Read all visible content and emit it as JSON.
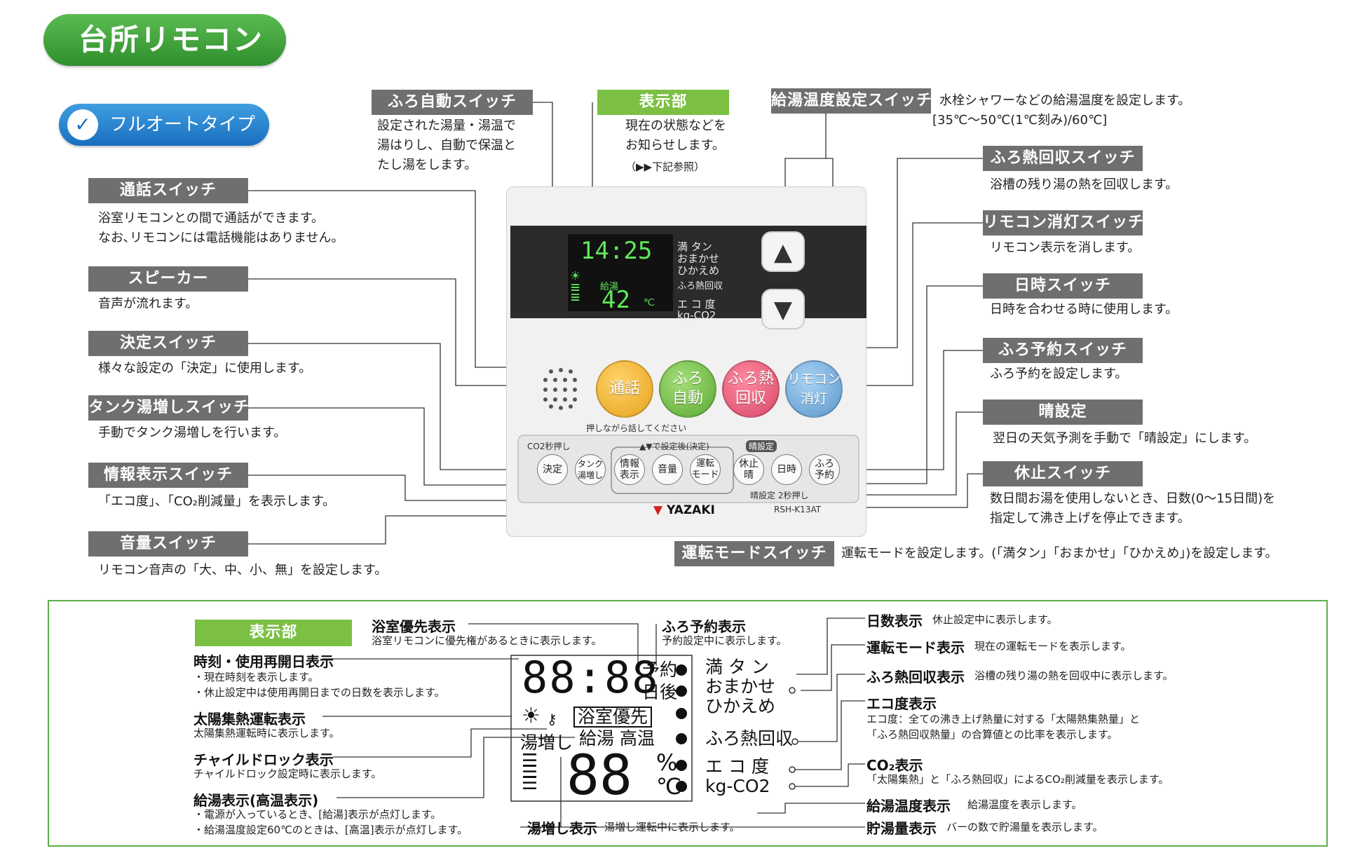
{
  "title": "台所リモコン",
  "type_label": "フルオートタイプ",
  "callouts": {
    "furo_auto": {
      "header": "ふろ自動スイッチ",
      "desc": [
        "設定された湯量・湯温で",
        "湯はりし、自動で保温と",
        "たし湯をします。"
      ]
    },
    "display": {
      "header": "表示部",
      "desc": [
        "現在の状態などを",
        "お知らせします。"
      ],
      "note": "（▶▶下記参照）"
    },
    "temp_switch": {
      "header": "給湯温度設定スイッチ",
      "desc": "水栓シャワーなどの給湯温度を設定します。",
      "range": "[35℃〜50℃(1℃刻み)/60℃]"
    },
    "tsuwa": {
      "header": "通話スイッチ",
      "desc": [
        "浴室リモコンとの間で通話ができます。",
        "なお､リモコンには電話機能はありません。"
      ]
    },
    "speaker": {
      "header": "スピーカー",
      "desc": "音声が流れます。"
    },
    "kettei": {
      "header": "決定スイッチ",
      "desc": "様々な設定の「決定」に使用します。"
    },
    "tank": {
      "header": "タンク湯増しスイッチ",
      "desc": "手動でタンク湯増しを行います。"
    },
    "info": {
      "header": "情報表示スイッチ",
      "desc": "「エコ度」、「CO₂削減量」を表示します。"
    },
    "volume": {
      "header": "音量スイッチ",
      "desc": "リモコン音声の「大、中、小、無」を設定します。"
    },
    "heat_recovery": {
      "header": "ふろ熱回収スイッチ",
      "desc": "浴槽の残り湯の熱を回収します。"
    },
    "remocon_off": {
      "header": "リモコン消灯スイッチ",
      "desc": "リモコン表示を消します。"
    },
    "datetime": {
      "header": "日時スイッチ",
      "desc": "日時を合わせる時に使用します。"
    },
    "furo_yoyaku": {
      "header": "ふろ予約スイッチ",
      "desc": "ふろ予約を設定します。"
    },
    "hare": {
      "header": "晴設定",
      "desc": "翌日の天気予測を手動で「晴設定」にします。"
    },
    "kyushi": {
      "header": "休止スイッチ",
      "desc": [
        "数日間お湯を使用しないとき、日数(0〜15日間)を",
        "指定して沸き上げを停止できます。"
      ]
    },
    "mode": {
      "header": "運転モードスイッチ",
      "desc": "運転モードを設定します。(「満タン」「おまかせ」「ひかえめ」)を設定します。"
    }
  },
  "remote": {
    "lcd_time": "14:25",
    "lcd_kyuto": "給湯",
    "lcd_temp": "42",
    "lcd_unit": "℃",
    "modes": [
      "満 タン",
      "おまかせ",
      "ひかえめ",
      "ふろ熱回収"
    ],
    "eco": [
      "エ コ 度",
      "kg-CO2"
    ],
    "buttons": {
      "tsuwa": "通話",
      "furo_auto": "ふろ\n自動",
      "heat": "ふろ熱\n回収",
      "remocon": "リモコン\n消灯"
    },
    "press_note": "押しながら話してください",
    "co2_note": "CO2秒押し",
    "set_note": "▲▼で設定後(決定)",
    "hare_tag": "晴設定",
    "small_buttons": {
      "kettei": "決定",
      "tank": "タンク\n湯増し",
      "info": "情報\n表示",
      "volume": "音量",
      "mode": "運転\nモード",
      "kyushi": "休止\n晴",
      "nichiji": "日時",
      "furo_yoyaku": "ふろ\n予約"
    },
    "hare_note": "晴設定 2秒押し",
    "brand": "YAZAKI",
    "model": "RSH-K13AT"
  },
  "panel": {
    "header": "表示部",
    "left": [
      {
        "title": "時刻・使用再開日表示",
        "lines": [
          "・現在時刻を表示します。",
          "・休止設定中は使用再開日までの日数を表示します。"
        ]
      },
      {
        "title": "太陽集熱運転表示",
        "lines": [
          "太陽集熱運転時に表示します。"
        ]
      },
      {
        "title": "チャイルドロック表示",
        "lines": [
          "チャイルドロック設定時に表示します。"
        ]
      },
      {
        "title": "給湯表示(高温表示)",
        "lines": [
          "・電源が入っているとき、[給湯]表示が点灯します。",
          "・給湯温度設定60℃のときは、[高温]表示が点灯します。"
        ]
      }
    ],
    "yokushitsu": {
      "title": "浴室優先表示",
      "desc": "浴室リモコンに優先権があるときに表示します。"
    },
    "furo_yoyaku": {
      "title": "ふろ予約表示",
      "desc": "予約設定中に表示します。"
    },
    "yumashi": {
      "title": "湯増し表示",
      "desc": "湯増し運転中に表示します。"
    },
    "right": [
      {
        "title": "日数表示",
        "desc": "休止設定中に表示します。"
      },
      {
        "title": "運転モード表示",
        "desc": "現在の運転モードを表示します。"
      },
      {
        "title": "ふろ熱回収表示",
        "desc": "浴槽の残り湯の熱を回収中に表示します。"
      },
      {
        "title": "エコ度表示",
        "lines": [
          "エコ度：全ての沸き上げ熱量に対する「太陽熱集熱量」と",
          "「ふろ熱回収熱量」の合算値との比率を表示します。"
        ]
      },
      {
        "title": "CO₂表示",
        "lines": [
          "「太陽集熱」と「ふろ熱回収」によるCO₂削減量を表示します。"
        ]
      },
      {
        "title": "給湯温度表示",
        "desc": "給湯温度を表示します。"
      },
      {
        "title": "貯湯量表示",
        "desc": "バーの数で貯湯量を表示します。"
      }
    ],
    "lcd": {
      "clock": "88:88",
      "yoyaku": "予約",
      "nichigo": "日後",
      "yusen": "浴室優先",
      "yumashi": "湯増し",
      "kyuto_kouon": "給湯 高温",
      "temp": "88",
      "percent": "%",
      "celsius": "℃",
      "modes": [
        "満 タ ン",
        "おまかせ",
        "ひかえめ"
      ],
      "heat": "ふろ熱回収",
      "eco": "エ コ 度",
      "co2": "kg-CO2"
    }
  }
}
